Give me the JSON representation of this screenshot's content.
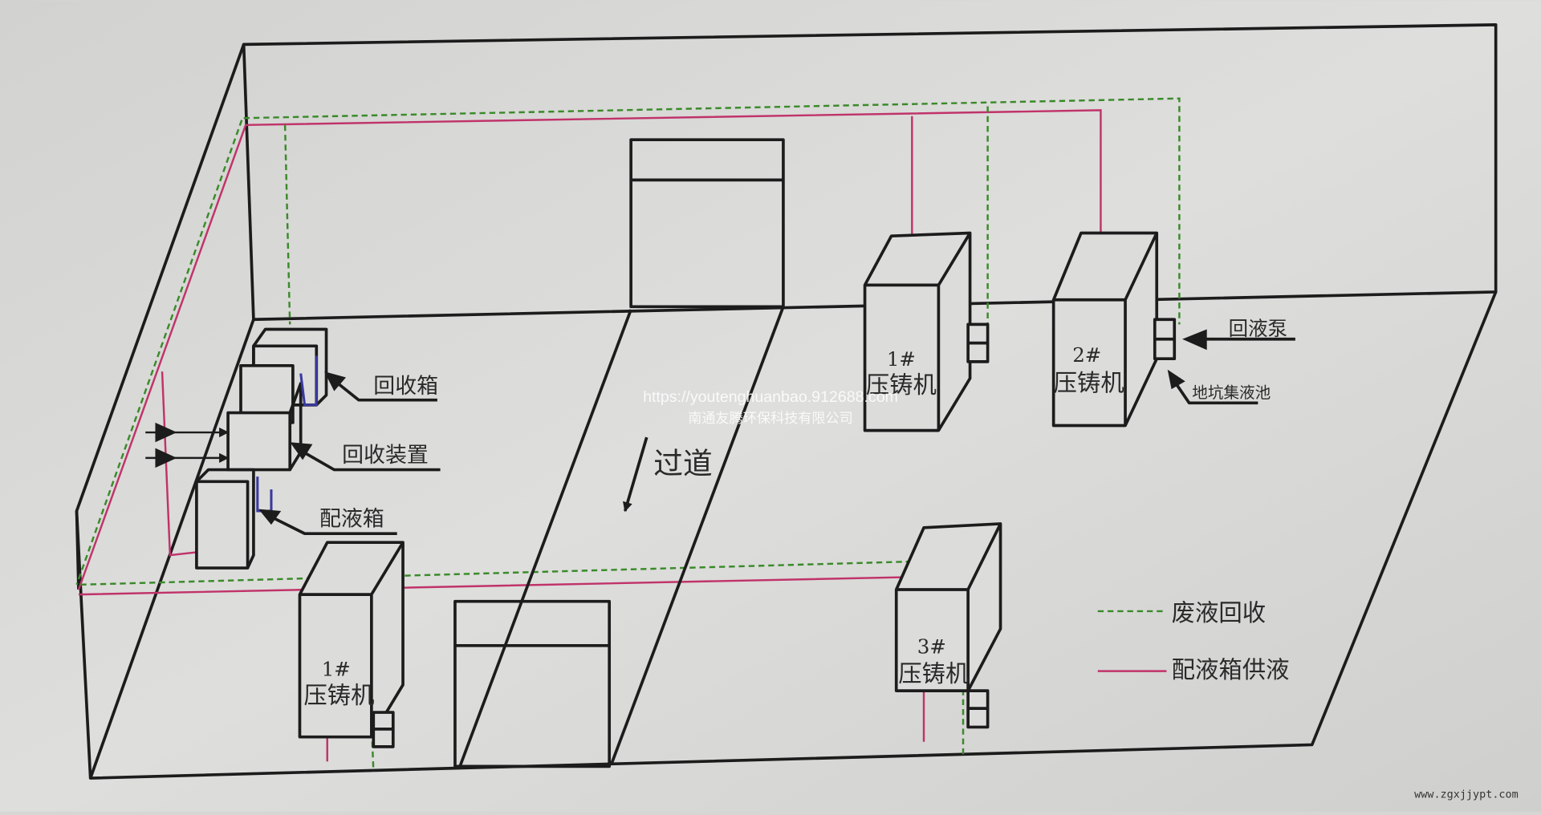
{
  "labels": {
    "recovery_tank": "回收箱",
    "recovery_device": "回收装置",
    "mixing_tank": "配液箱",
    "aisle": "过道",
    "return_pump": "回液泵",
    "sump_pit": "地坑集液池"
  },
  "machines": [
    {
      "num": "1#",
      "name": "压铸机"
    },
    {
      "num": "2#",
      "name": "压铸机"
    },
    {
      "num": "1#",
      "name": "压铸机"
    },
    {
      "num": "3#",
      "name": "压铸机"
    }
  ],
  "legend": [
    {
      "label": "废液回收",
      "color": "#3a8a2a",
      "style": "dashed"
    },
    {
      "label": "配液箱供液",
      "color": "#c0336a",
      "style": "solid"
    }
  ],
  "watermark": {
    "url": "https://youtenghuanbao.912688.com",
    "company": "南通友腾环保科技有限公司",
    "site": "www.zgxjjypt.com"
  }
}
